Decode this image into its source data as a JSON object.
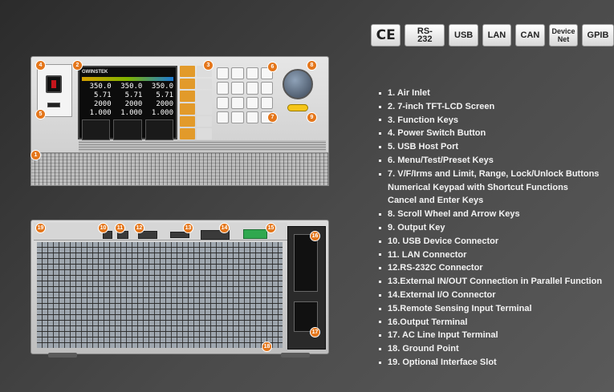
{
  "badges": [
    "CE",
    "RS-232",
    "USB",
    "LAN",
    "CAN",
    "Device Net",
    "GPIB"
  ],
  "legend": [
    "1. Air Inlet",
    "2. 7-inch TFT-LCD Screen",
    "3. Function Keys",
    "4. Power Switch Button",
    "5. USB Host Port",
    "6. Menu/Test/Preset Keys",
    "7. V/F/Irms and Limit, Range, Lock/Unlock Buttons",
    "Numerical Keypad with Shortcut Functions",
    "Cancel and Enter Keys",
    "8. Scroll Wheel and Arrow Keys",
    "9. Output Key",
    "10. USB Device Connector",
    "11. LAN Connector",
    "12.RS-232C Connector",
    "13.External IN/OUT Connection in Parallel Function",
    "14.External I/O Connector",
    "15.Remote Sensing Input Terminal",
    "16.Output Terminal",
    "17. AC Line Input Terminal",
    "18. Ground Point",
    "19. Optional Interface Slot"
  ],
  "screen": {
    "brand": "GWINSTEK",
    "readings": [
      "350.0",
      "350.0",
      "350.0",
      "5.71",
      "5.71",
      "5.71",
      "2000",
      "2000",
      "2000",
      "1.000",
      "1.000",
      "1.000"
    ]
  },
  "callouts": [
    "1",
    "2",
    "3",
    "4",
    "5",
    "6",
    "7",
    "8",
    "9",
    "10",
    "11",
    "12",
    "13",
    "14",
    "15",
    "16",
    "17",
    "18",
    "19"
  ],
  "colors": {
    "callout": "#e4761b",
    "function_key": "#e29a2a",
    "output_key": "#f5c518",
    "power_switch": "#c4161c"
  }
}
